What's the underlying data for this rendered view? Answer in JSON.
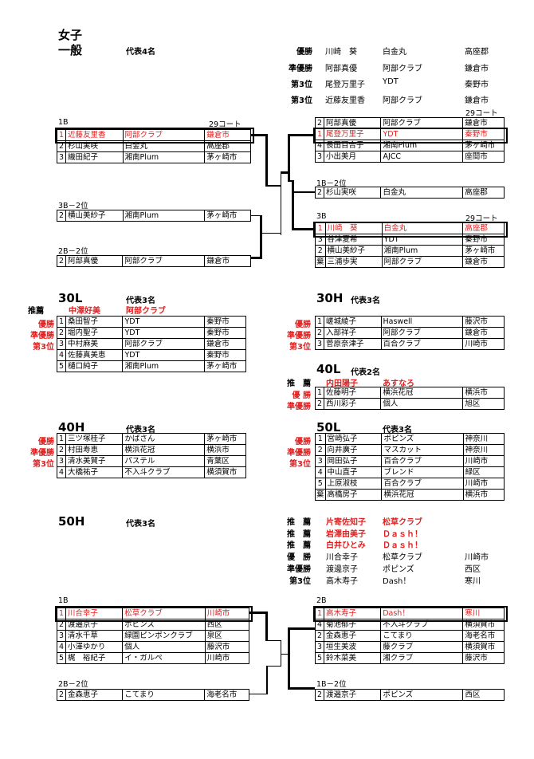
{
  "header": {
    "women": "女子",
    "general": "一般",
    "rep4": "代表4名"
  },
  "general_results": [
    {
      "rank": "優勝",
      "name": "川崎　葵",
      "club": "白金丸",
      "city": "高座郡"
    },
    {
      "rank": "準優勝",
      "name": "阿部真優",
      "club": "阿部クラブ",
      "city": "鎌倉市"
    },
    {
      "rank": "第3位",
      "name": "尾登万里子",
      "club": "YDT",
      "city": "秦野市"
    },
    {
      "rank": "第3位",
      "name": "近藤友里香",
      "club": "阿部クラブ",
      "city": "鎌倉市"
    }
  ],
  "g1b": {
    "label": "1B",
    "court": "29コート",
    "rows": [
      [
        "1",
        "近藤友里香",
        "阿部クラブ",
        "鎌倉市"
      ],
      [
        "2",
        "杉山実咲",
        "白金丸",
        "高座郡"
      ],
      [
        "3",
        "織田紀子",
        "湘南Plum",
        "茅ヶ崎市"
      ]
    ]
  },
  "g3b2": {
    "label": "3B－2位",
    "rows": [
      [
        "2",
        "横山美紗子",
        "湘南Plum",
        "茅ヶ崎市"
      ]
    ]
  },
  "g2b2": {
    "label": "2B－2位",
    "rows": [
      [
        "2",
        "阿部真優",
        "阿部クラブ",
        "鎌倉市"
      ]
    ]
  },
  "g2b": {
    "court": "29コート",
    "rows": [
      [
        "2",
        "阿部真優",
        "阿部クラブ",
        "鎌倉市"
      ],
      [
        "1",
        "尾登万里子",
        "YDT",
        "秦野市"
      ],
      [
        "4",
        "長田百合子",
        "湘南Plum",
        "茅ヶ崎市"
      ],
      [
        "3",
        "小出美月",
        "AJCC",
        "座間市"
      ]
    ]
  },
  "g1b2": {
    "label": "1B－2位",
    "rows": [
      [
        "2",
        "杉山実咲",
        "白金丸",
        "高座郡"
      ]
    ]
  },
  "g3b": {
    "label": "3B",
    "court": "29コート",
    "rows": [
      [
        "1",
        "川崎　葵",
        "白金丸",
        "高座郡"
      ],
      [
        "3",
        "谷津夏希",
        "YDT",
        "秦野市"
      ],
      [
        "2",
        "横山美紗子",
        "湘南Plum",
        "茅ヶ崎市"
      ],
      [
        "棄",
        "三浦歩実",
        "阿部クラブ",
        "鎌倉市"
      ]
    ]
  },
  "l30": {
    "title": "30L",
    "rep": "代表3名",
    "suisen_label": "推薦",
    "suisen_name": "中澤好美",
    "suisen_club": "阿部クラブ",
    "ranks": [
      "優勝",
      "準優勝",
      "第3位"
    ],
    "rows": [
      [
        "1",
        "桑田智子",
        "YDT",
        "秦野市"
      ],
      [
        "2",
        "堀内聖子",
        "YDT",
        "秦野市"
      ],
      [
        "3",
        "中村麻美",
        "阿部クラブ",
        "鎌倉市"
      ],
      [
        "4",
        "佐藤真美恵",
        "YDT",
        "秦野市"
      ],
      [
        "5",
        "樋口純子",
        "湘南Plum",
        "茅ヶ崎市"
      ]
    ]
  },
  "h30": {
    "title": "30H",
    "rep": "代表3名",
    "ranks": [
      "優勝",
      "準優勝",
      "第3位"
    ],
    "rows": [
      [
        "1",
        "嵯城綾子",
        "Haswell",
        "藤沢市"
      ],
      [
        "2",
        "入部祥子",
        "阿部クラブ",
        "鎌倉市"
      ],
      [
        "3",
        "菅原奈津子",
        "百合クラブ",
        "川崎市"
      ]
    ]
  },
  "l40": {
    "title": "40L",
    "rep": "代表2名",
    "suisen_label": "推　薦",
    "suisen_name": "内田陽子",
    "suisen_club": "あすなろ",
    "ranks": [
      "優 勝",
      "準優勝"
    ],
    "rows": [
      [
        "1",
        "佐藤明子",
        "横浜花冠",
        "横浜市"
      ],
      [
        "2",
        "西川彩子",
        "個人",
        "旭区"
      ]
    ]
  },
  "h40": {
    "title": "40H",
    "rep": "代表3名",
    "ranks": [
      "優勝",
      "準優勝",
      "第3位"
    ],
    "rows": [
      [
        "1",
        "三ツ塚桂子",
        "かばさん",
        "茅ヶ崎市"
      ],
      [
        "2",
        "村田寿恵",
        "横浜花冠",
        "横浜市"
      ],
      [
        "3",
        "清水美賀子",
        "パステル",
        "青葉区"
      ],
      [
        "4",
        "大橋祐子",
        "不入斗クラブ",
        "横須賀市"
      ]
    ]
  },
  "l50": {
    "title": "50L",
    "rep": "代表3名",
    "ranks": [
      "優勝",
      "準優勝",
      "第3位"
    ],
    "rows": [
      [
        "1",
        "宮崎弘子",
        "ポピンズ",
        "神奈川"
      ],
      [
        "2",
        "向井廣子",
        "マスカット",
        "神奈川"
      ],
      [
        "3",
        "岡田弘子",
        "百合クラブ",
        "川崎市"
      ],
      [
        "4",
        "中山直子",
        "ブレンド",
        "緑区"
      ],
      [
        "5",
        "上原淑枝",
        "百合クラブ",
        "川崎市"
      ],
      [
        "棄",
        "高橋房子",
        "横浜花冠",
        "横浜市"
      ]
    ]
  },
  "h50": {
    "title": "50H",
    "rep": "代表3名",
    "results": [
      {
        "rank": "推　薦",
        "name": "片寄佐知子",
        "club": "松草クラブ",
        "city": "",
        "red": true
      },
      {
        "rank": "推　薦",
        "name": "岩澤由美子",
        "club": "Ｄａｓｈ！",
        "city": "",
        "red": true
      },
      {
        "rank": "推　薦",
        "name": "白井ひとみ",
        "club": "Ｄａｓｈ！",
        "city": "",
        "red": true
      },
      {
        "rank": "優　勝",
        "name": "川合幸子",
        "club": "松草クラブ",
        "city": "川崎市",
        "red": false
      },
      {
        "rank": "準優勝",
        "name": "渡邊京子",
        "club": "ポピンズ",
        "city": "西区",
        "red": false
      },
      {
        "rank": "第3位",
        "name": "高木寿子",
        "club": "Dash！",
        "city": "寒川",
        "red": false
      }
    ]
  },
  "h50_1b": {
    "label": "1B",
    "rows": [
      [
        "1",
        "川合幸子",
        "松草クラブ",
        "川崎市"
      ],
      [
        "2",
        "渡邉京子",
        "ポピンズ",
        "西区"
      ],
      [
        "3",
        "清水千草",
        "緑園ピンポンクラブ",
        "泉区"
      ],
      [
        "4",
        "小澤ゆかり",
        "個人",
        "藤沢市"
      ],
      [
        "5",
        "梶　裕紀子",
        "イ・ガルペ",
        "川崎市"
      ]
    ]
  },
  "h50_2b2": {
    "label": "2B－2位",
    "rows": [
      [
        "2",
        "金森恵子",
        "こてまり",
        "海老名市"
      ]
    ]
  },
  "h50_2b": {
    "label": "2B",
    "rows": [
      [
        "1",
        "高木寿子",
        "Dash！",
        "寒川"
      ],
      [
        "4",
        "菊池郁子",
        "不入斗クラブ",
        "横須賀市"
      ],
      [
        "2",
        "金森恵子",
        "こてまり",
        "海老名市"
      ],
      [
        "3",
        "垣生美波",
        "藤クラブ",
        "横須賀市"
      ],
      [
        "5",
        "鈴木菜美",
        "湘クラブ",
        "藤沢市"
      ]
    ]
  },
  "h50_1b2": {
    "label": "1B－2位",
    "rows": [
      [
        "2",
        "渡邉京子",
        "ポピンズ",
        "西区"
      ]
    ]
  }
}
